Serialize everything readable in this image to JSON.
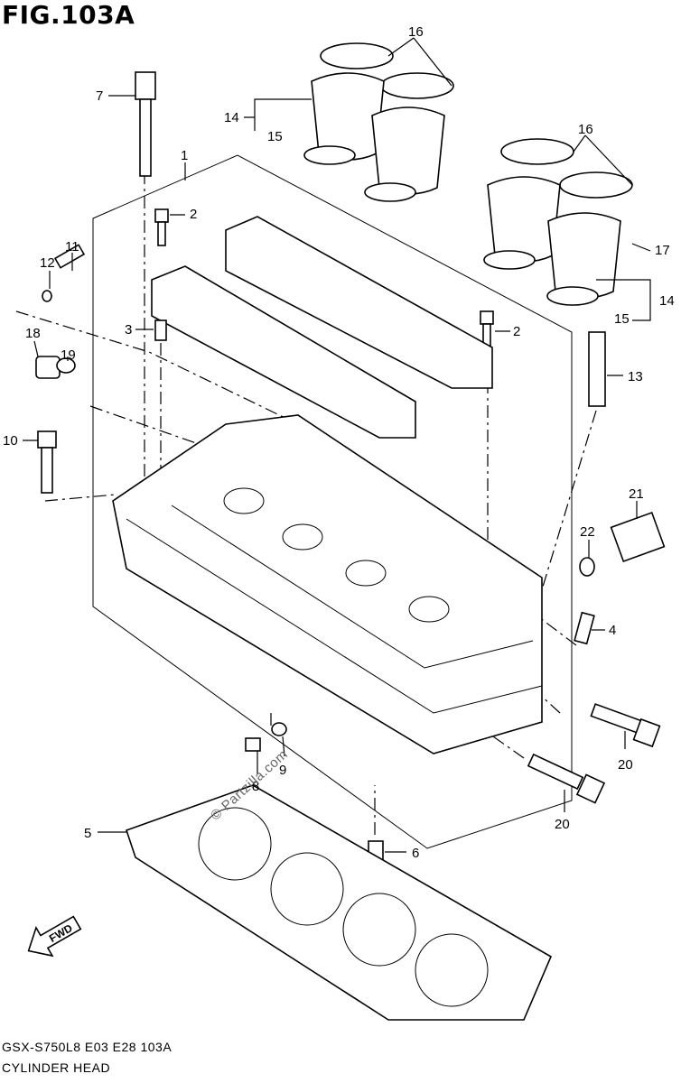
{
  "figure": {
    "title": "FIG.103A",
    "footer_code": "GSX-S750L8  E03  E28  103A",
    "footer_name": "CYLINDER HEAD",
    "watermark": "© Partzilla.com",
    "fwd_label": "FWD"
  },
  "callouts": [
    "16",
    "7",
    "14",
    "15",
    "1",
    "16",
    "2",
    "17",
    "11",
    "12",
    "14",
    "2",
    "3",
    "15",
    "18",
    "19",
    "13",
    "10",
    "21",
    "22",
    "4",
    "20",
    "8",
    "9",
    "20",
    "5",
    "6"
  ]
}
